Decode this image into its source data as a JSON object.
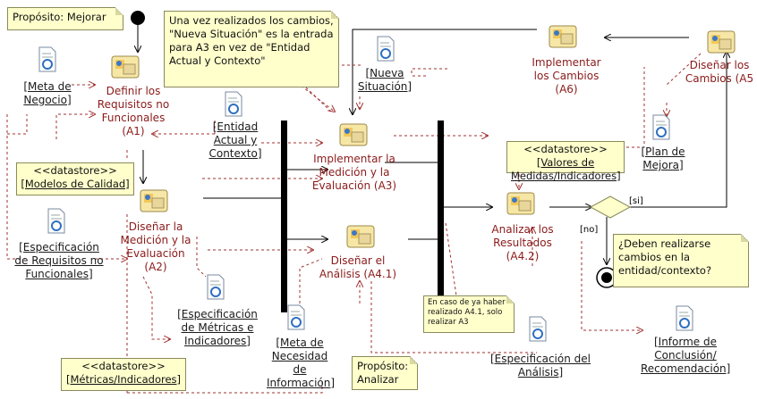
{
  "notes": {
    "purpose_improve": "Propósito: Mejorar",
    "new_situation": "Una vez realizados los cambios, \"Nueva Situación\" es la entrada para A3 en vez de \"Entidad Actual y Contexto\"",
    "question": "¿Deben realizarse cambios en la entidad/contexto?",
    "if_done": "En caso de ya haber realizado A4.1, solo realizar A3",
    "purpose_analyze": "Propósito: Analizar"
  },
  "activities": {
    "a1": "Definir los Requisitos no Funcionales (A1)",
    "a2": "Diseñar la Medición y la Evaluación (A2)",
    "a3": "Implementar la Medición y la Evaluación (A3)",
    "a41": "Diseñar el Análisis (A4.1)",
    "a42": "Analizar los Resultados (A4.2)",
    "a5": "Diseñar los Cambios (A5",
    "a6": "Implementar los Cambios (A6)"
  },
  "artifacts": {
    "business_goal": "[Meta de Negocio]",
    "nfr_spec": "[Especificación de Requisitos no Funcionales]",
    "entity_context": "[Entidad Actual y Contexto]",
    "metrics_spec": "[Especificación de Métricas e Indicadores]",
    "info_need": "[Meta de Necesidad de Información]",
    "new_situation": "[Nueva Situación]",
    "improvement_plan": "[Plan de Mejora]",
    "analysis_spec": "[Especificación del Análisis]",
    "conclusion_report": "[Informe de Conclusión/ Recomendación]"
  },
  "datastores": {
    "stereotype": "<<datastore>>",
    "quality_models": "[Modelos de Calidad]",
    "metrics_indicators": "[Métricas/Indicadores]",
    "measure_values": "[Valores de Medidas/Indicadores]"
  },
  "guards": {
    "yes": "[si]",
    "no": "[no]"
  },
  "colors": {
    "activity_text": "#8b1a1a",
    "note_fill": "#ffffcc",
    "flow_dashed": "#a03030",
    "line": "#000000"
  },
  "icons": [
    "activity-icon",
    "document-icon",
    "initial-node-icon",
    "final-node-icon",
    "decision-icon",
    "fork-bar-icon"
  ]
}
